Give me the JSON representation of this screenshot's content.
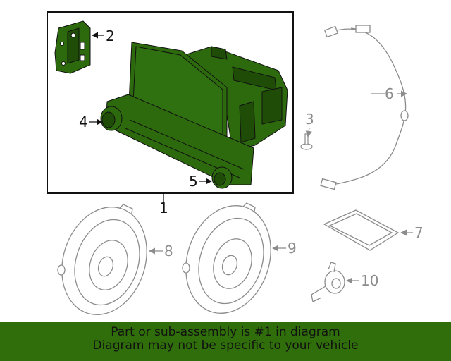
{
  "callouts": {
    "c1": "1",
    "c2": "2",
    "c3": "3",
    "c4": "4",
    "c5": "5",
    "c6": "6",
    "c7": "7",
    "c8": "8",
    "c9": "9",
    "c10": "10"
  },
  "banner": {
    "line1": "Part or sub-assembly is #1 in diagram",
    "line2": "Diagram may not be specific to your vehicle"
  },
  "colors": {
    "highlight": "#2d6a0e",
    "banner": "#2f6e0b",
    "outline": "#111111",
    "grey_part": "#8c8c8c"
  }
}
